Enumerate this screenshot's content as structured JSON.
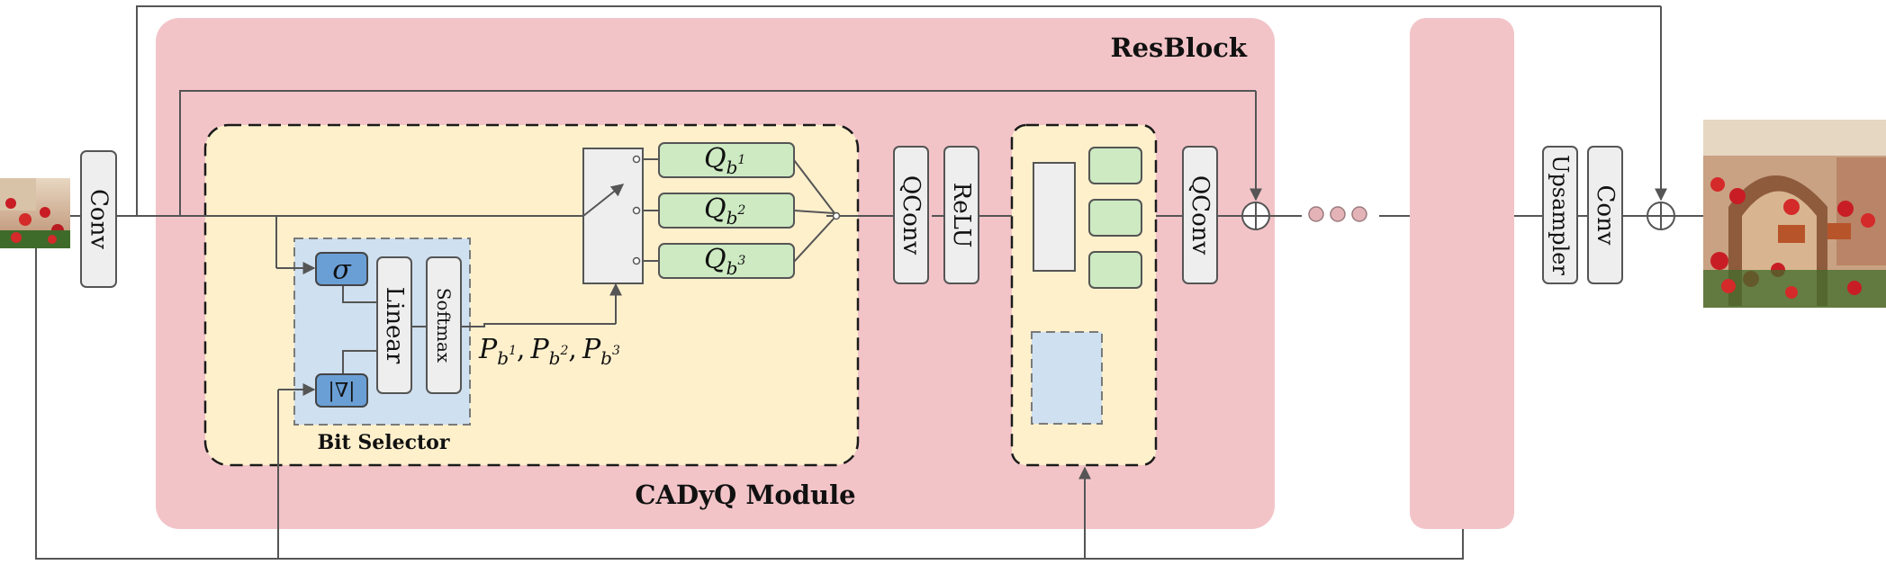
{
  "labels": {
    "resblock": "ResBlock",
    "cadyq_module": "CADyQ Module",
    "bit_selector": "Bit Selector",
    "conv_in": "Conv",
    "qconv_1": "QConv",
    "relu": "ReLU",
    "qconv_2": "QConv",
    "upsampler": "Upsampler",
    "conv_out": "Conv",
    "linear": "Linear",
    "softmax": "Softmax",
    "sigma": "σ",
    "grad": "|∇|",
    "q_base": "Q",
    "q_sub": "b",
    "q_exps": [
      "1",
      "2",
      "3"
    ],
    "p_base": "P",
    "p_sub": "b",
    "p_exps": [
      "1",
      "2",
      "3"
    ],
    "p_sep": ","
  },
  "colors": {
    "resblock_fill": "#f2c4c8",
    "cadyq_fill": "#fff0cc",
    "bit_selector_fill": "#cfe0f0",
    "quantizer_fill": "#cdeac2",
    "gray_box_fill": "#eeeeee",
    "blue_op_fill": "#6a9fd6",
    "ellipsis_dot": "#e4b3b8",
    "line": "#555555"
  },
  "icons": [
    "switch-icon",
    "sum-icon",
    "ellipsis-icon",
    "input-image-thumbnail",
    "output-image-thumbnail"
  ]
}
